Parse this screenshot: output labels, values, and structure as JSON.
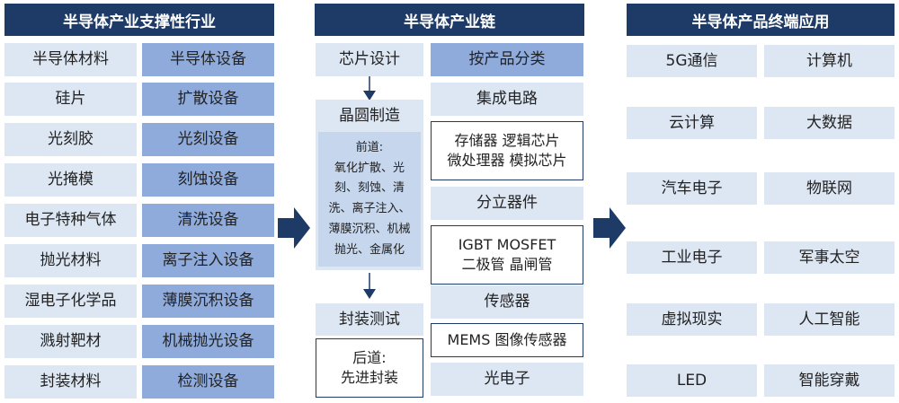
{
  "left": {
    "title": "半导体产业支撑性行业",
    "col1_header": "半导体材料",
    "col2_header": "半导体设备",
    "materials": [
      "硅片",
      "光刻胶",
      "光掩模",
      "电子特种气体",
      "抛光材料",
      "湿电子化学品",
      "溅射靶材",
      "封装材料"
    ],
    "equipment": [
      "扩散设备",
      "光刻设备",
      "刻蚀设备",
      "清洗设备",
      "离子注入设备",
      "薄膜沉积设备",
      "机械抛光设备",
      "检测设备"
    ]
  },
  "middle": {
    "title": "半导体产业链",
    "chip_design": "芯片设计",
    "wafer_fab": "晶圆制造",
    "front_end": "前道:\n氧化扩散、光\n刻、刻蚀、清\n洗、离子注入、\n薄膜沉积、机械\n抛光、金属化",
    "packaging": "封装测试",
    "back_end": "后道:\n先进封装",
    "by_product": "按产品分类",
    "ic": "集成电路",
    "ic_detail": "存储器 逻辑芯片\n微处理器 模拟芯片",
    "discrete": "分立器件",
    "discrete_detail": "IGBT MOSFET\n二极管 晶闸管",
    "sensor": "传感器",
    "sensor_detail": "MEMS 图像传感器",
    "opto": "光电子"
  },
  "right": {
    "title": "半导体产品终端应用",
    "apps": [
      [
        "5G通信",
        "计算机"
      ],
      [
        "云计算",
        "大数据"
      ],
      [
        "汽车电子",
        "物联网"
      ],
      [
        "工业电子",
        "军事太空"
      ],
      [
        "虚拟现实",
        "人工智能"
      ],
      [
        "LED",
        "智能穿戴"
      ]
    ]
  },
  "colors": {
    "header": "#1e3a66",
    "light": "#dde7f3",
    "blue": "#8fabdc",
    "arrow": "#1e3a66"
  }
}
